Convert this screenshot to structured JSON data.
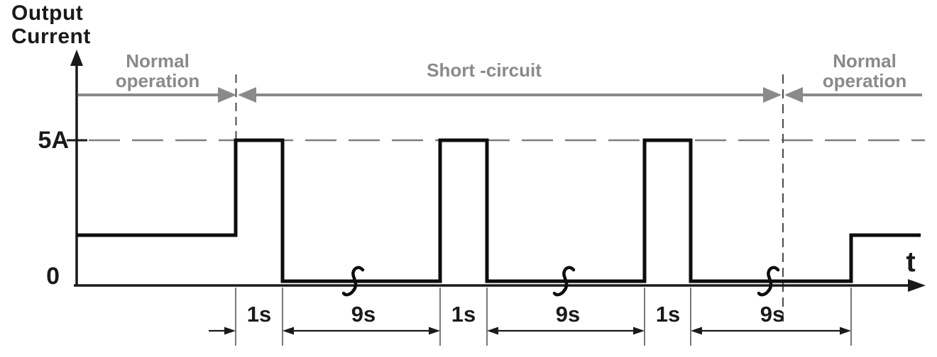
{
  "title": {
    "text": "Output\nCurrent"
  },
  "y_axis": {
    "max_label": "5A",
    "zero_label": "0"
  },
  "x_axis": {
    "label": "t"
  },
  "regions": {
    "left": {
      "label": "Normal\noperation"
    },
    "middle": {
      "label": "Short -circuit"
    },
    "right": {
      "label": "Normal\noperation"
    }
  },
  "timing": {
    "labels": [
      "1s",
      "9s",
      "1s",
      "9s",
      "1s",
      "9s"
    ]
  },
  "colors": {
    "waveform": "#0d0d0d",
    "axis": "#1a1a1a",
    "annotation_gray": "#8a8a8a",
    "limit_dash_gray": "#7e7e7e",
    "boundary_dash": "#4a4a4a",
    "extension_line": "#6a6a6a"
  },
  "chart_data": {
    "type": "line",
    "title": "Output Current",
    "xlabel": "t",
    "ylabel": "Output Current",
    "y_ticks": [
      "5A",
      "0"
    ],
    "grid": "dashed reference line at 5A only",
    "regions": [
      "Normal operation",
      "Short -circuit",
      "Normal operation"
    ],
    "sequence": [
      {
        "phase": "normal operation",
        "level": "nominal load current (between 0 and 5A)"
      },
      {
        "phase": "short-circuit current-limit pulse",
        "level": "5A",
        "duration": "1s"
      },
      {
        "phase": "hiccup off-time (axis broken, not to scale)",
        "level": "0",
        "duration": "9s"
      },
      {
        "phase": "short-circuit current-limit pulse",
        "level": "5A",
        "duration": "1s"
      },
      {
        "phase": "hiccup off-time (axis broken, not to scale)",
        "level": "0",
        "duration": "9s"
      },
      {
        "phase": "short-circuit current-limit pulse",
        "level": "5A",
        "duration": "1s"
      },
      {
        "phase": "hiccup off-time (axis broken, not to scale)",
        "level": "0",
        "duration": "9s"
      },
      {
        "phase": "normal operation resumes",
        "level": "nominal load current"
      }
    ]
  }
}
